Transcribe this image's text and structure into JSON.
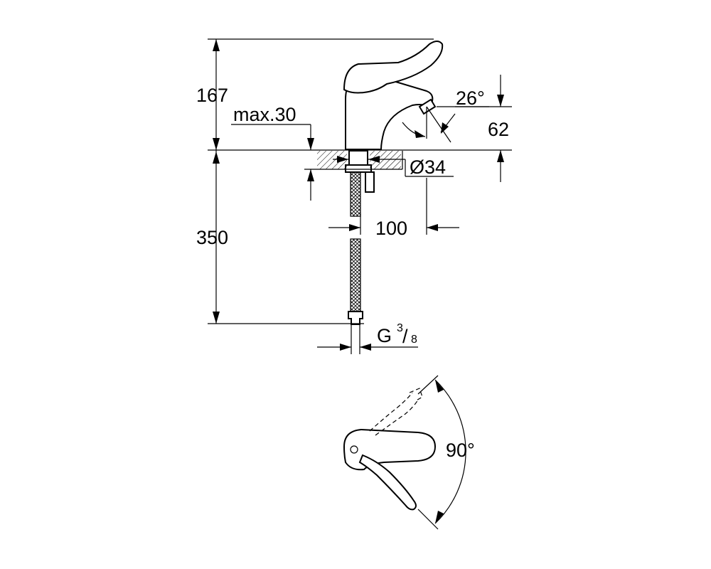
{
  "dimensions": {
    "height_total": "167",
    "deck_thickness": "max.30",
    "spout_angle": "26°",
    "spout_height": "62",
    "hole_diameter": "Ø34",
    "spout_reach": "100",
    "hose_length": "350",
    "connection_prefix": "G",
    "connection_num": "3",
    "connection_den": "8",
    "lever_rotation": "90°"
  }
}
